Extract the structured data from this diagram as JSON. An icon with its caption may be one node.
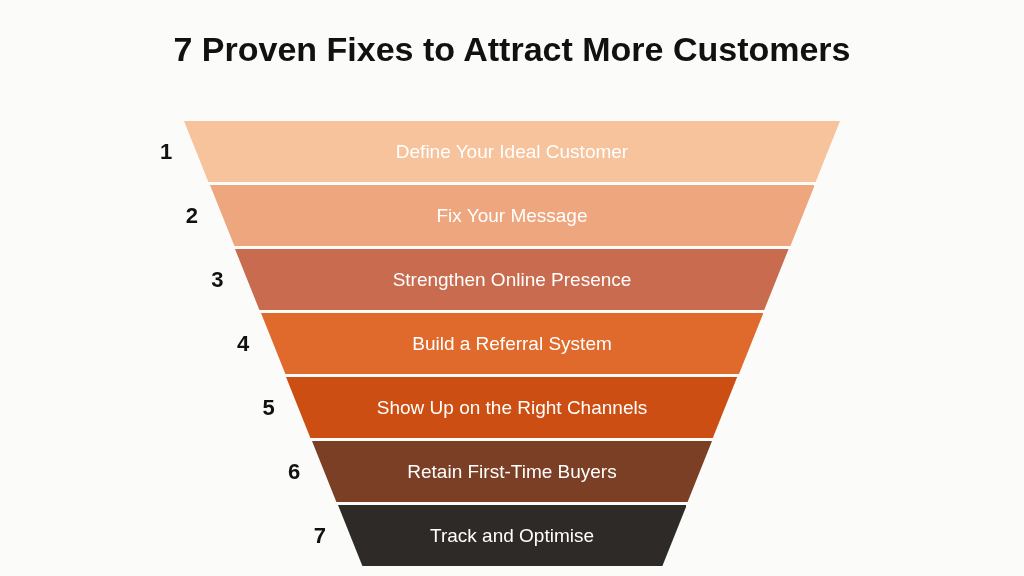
{
  "diagram": {
    "title": "7 Proven Fixes to Attract More Customers",
    "nodes": [
      {
        "text": [
          "Define Your Ideal Customer"
        ],
        "beside": [
          "1"
        ]
      },
      {
        "text": [
          "Fix Your Message"
        ],
        "beside": [
          "2"
        ]
      },
      {
        "text": [
          "Strengthen Online Presence"
        ],
        "beside": [
          "3"
        ]
      },
      {
        "text": [
          "Build a Referral System"
        ],
        "beside": [
          "4"
        ]
      },
      {
        "text": [
          "Show Up on the Right Channels"
        ],
        "beside": [
          "5"
        ]
      },
      {
        "text": [
          "Retain First-Time Buyers"
        ],
        "beside": [
          "6"
        ]
      },
      {
        "text": [
          "Track and Optimise"
        ],
        "beside": [
          "7"
        ]
      }
    ],
    "edges": []
  }
}
